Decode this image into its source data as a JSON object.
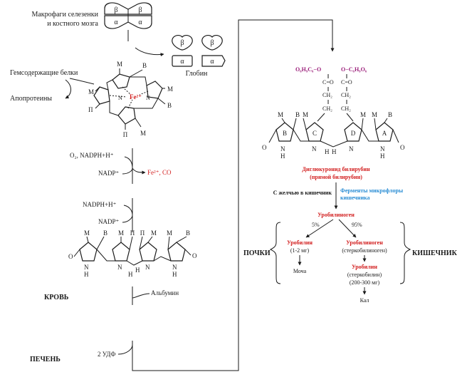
{
  "labels": {
    "macrophages_line1": "Макрофаги селезенки",
    "macrophages_line2": "и костного мозга",
    "hemoproteins": "Гемсодержащие белки",
    "apoproteins": "Апопротеины",
    "globin": "Глобин",
    "greek_beta": "β",
    "greek_alpha": "α",
    "sub_m": "М",
    "sub_v": "В",
    "sub_p": "П",
    "nitrogen": "N",
    "nh": "H",
    "oxygen": "O",
    "fe_center": "Fe²⁺",
    "o2_nadph": "O₂, NADPH+H⁺",
    "nadp1": "NADP⁺",
    "fe_co": "Fe²⁺, CO",
    "nadph2": "NADPH+H⁺",
    "nadp2": "NADP⁺",
    "blood": "КРОВЬ",
    "albumin": "Альбумин",
    "liver": "ПЕЧЕНЬ",
    "udf": "2 УДФ",
    "glucuronide_left": "O₆H₉C₆−O",
    "glucuronide_right": "O−C₆H₉O₆",
    "carbonyl": "C=O",
    "ch2": "CH₂",
    "ring_b": "B",
    "ring_c": "C",
    "ring_d": "D",
    "ring_a": "A",
    "diglucuronide_line1": "Диглюкуронид билирубин",
    "diglucuronide_line2": "(прямой билирубин)",
    "bile": "С желчью в кишечник",
    "flora_line1": "Ферменты микрофлоры",
    "flora_line2": "кишечника",
    "urobilinogen": "Уробилиноген",
    "pct5": "5%",
    "pct95": "95%",
    "kidneys": "ПОЧКИ",
    "intestine": "КИШЕЧНИК",
    "urobilin": "Уробилин",
    "urobilin_dose": "(1-2 мг)",
    "urine": "Моча",
    "urobilinogen2": "Уробилиноген",
    "stercobilinogen": "(стеркобилиноген)",
    "urobilin2": "Уробилин",
    "stercobilin": "(стеркобилин)",
    "stercobilin_dose": "(200-300 мг)",
    "feces": "Кал"
  },
  "colors": {
    "ink": "#1a1a1a",
    "red": "#d21e1e",
    "blue": "#2a8dd4",
    "purple": "#9b1e7a"
  }
}
